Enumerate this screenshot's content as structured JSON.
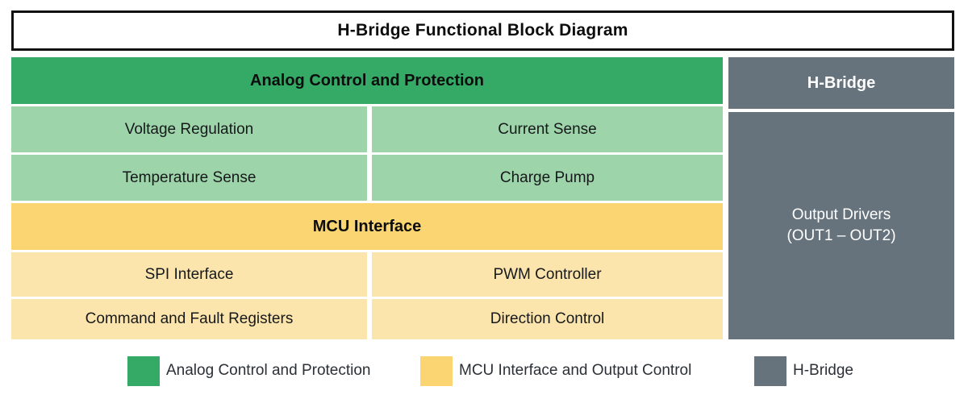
{
  "title": "H-Bridge Functional Block Diagram",
  "colors": {
    "analog_header": "#34aa66",
    "analog_cell": "#9ed4a9",
    "mcu_header": "#fad571",
    "mcu_cell": "#fce5ac",
    "hbridge": "#66737d",
    "title_border": "#111111",
    "text_dark": "#0d0d0d"
  },
  "left_column": {
    "analog_section": {
      "header": "Analog Control and Protection",
      "cells": [
        "Voltage Regulation",
        "Current Sense",
        "Temperature Sense",
        "Charge Pump"
      ]
    },
    "mcu_section": {
      "header": "MCU Interface",
      "cells": [
        "SPI Interface",
        "PWM Controller",
        "Command and Fault Registers",
        "Direction Control"
      ]
    }
  },
  "right_column": {
    "header": "H-Bridge",
    "body_line1": "Output Drivers",
    "body_line2": "(OUT1 – OUT2)"
  },
  "legend": {
    "items": [
      {
        "label": "Analog Control and Protection",
        "color": "#34aa66"
      },
      {
        "label": "MCU Interface and Output Control",
        "color": "#fad571"
      },
      {
        "label": "H-Bridge",
        "color": "#66737d"
      }
    ]
  }
}
